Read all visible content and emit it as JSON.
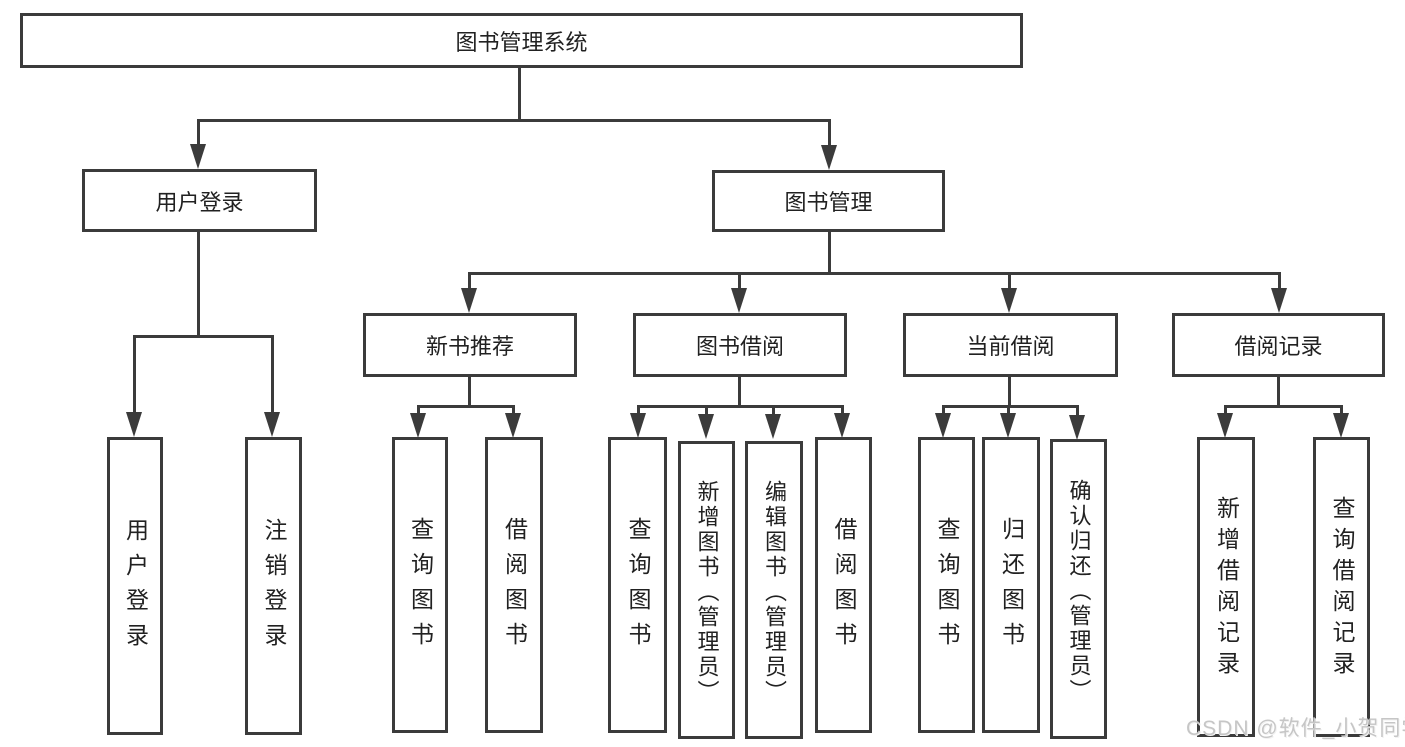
{
  "diagram": {
    "title": "图书管理系统",
    "root": {
      "label": "图书管理系统"
    },
    "level2": [
      {
        "label": "用户登录"
      },
      {
        "label": "图书管理"
      }
    ],
    "level3": [
      {
        "label": "新书推荐"
      },
      {
        "label": "图书借阅"
      },
      {
        "label": "当前借阅"
      },
      {
        "label": "借阅记录"
      }
    ],
    "leaves": {
      "login": [
        {
          "label": "用户登录"
        },
        {
          "label": "注销登录"
        }
      ],
      "newbook": [
        {
          "label": "查询图书"
        },
        {
          "label": "借阅图书"
        }
      ],
      "borrow": [
        {
          "label": "查询图书"
        },
        {
          "label": "新增图书（管理员）"
        },
        {
          "label": "编辑图书（管理员）"
        },
        {
          "label": "借阅图书"
        }
      ],
      "current": [
        {
          "label": "查询图书"
        },
        {
          "label": "归还图书"
        },
        {
          "label": "确认归还（管理员）"
        }
      ],
      "records": [
        {
          "label": "新增借阅记录"
        },
        {
          "label": "查询借阅记录"
        }
      ]
    },
    "watermark": "CSDN @软件_小贺同学",
    "colors": {
      "line": "#3b3b3b",
      "text": "#212121",
      "watermark": "#c6c6c6",
      "background": "#ffffff"
    }
  }
}
